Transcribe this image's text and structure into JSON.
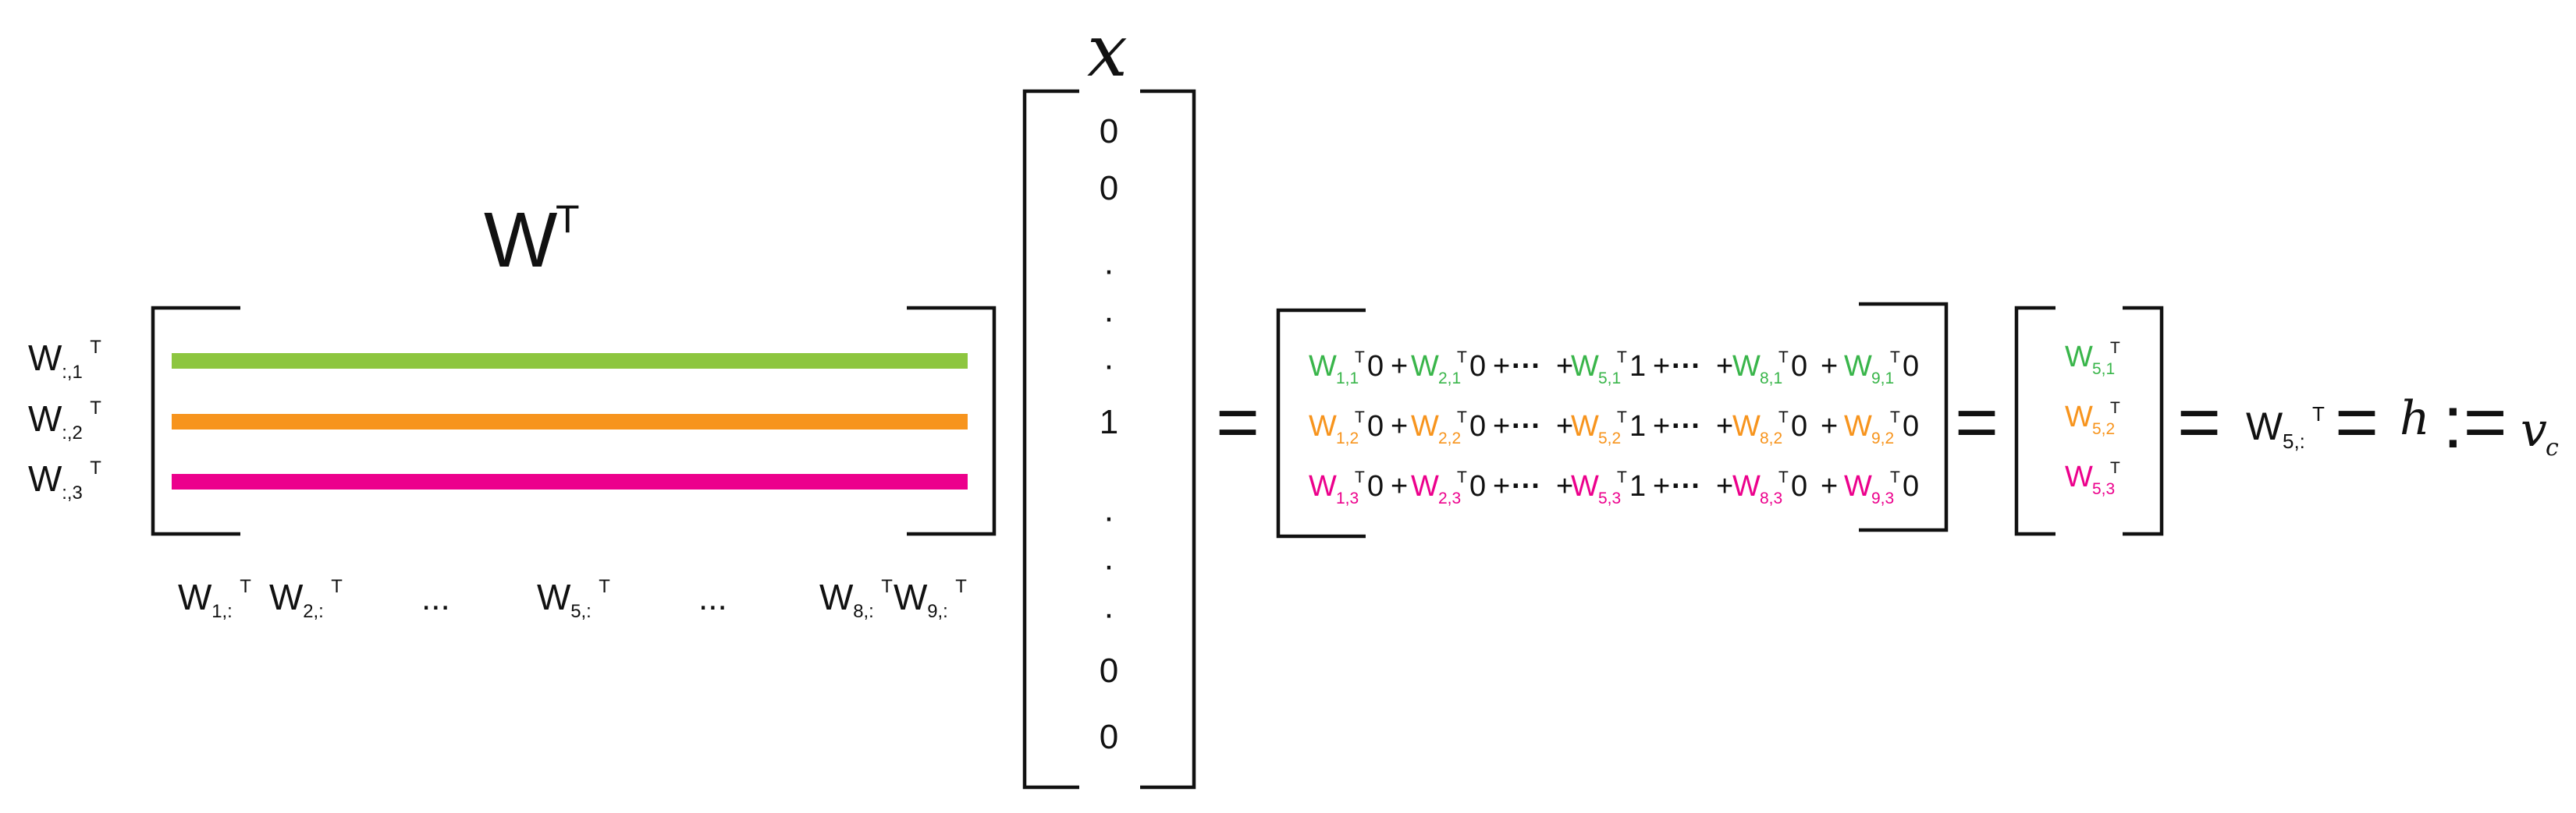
{
  "colors": {
    "row1": "#8dc63f",
    "row2": "#f7941d",
    "row3": "#ec008c",
    "sum_row1": "#39b54a",
    "sum_row2": "#f7941d",
    "sum_row3": "#ec008c",
    "ink": "#111111"
  },
  "w_transpose": {
    "title_base": "W",
    "title_sup": "T",
    "row_labels": [
      {
        "base": "W",
        "sub": ":,1",
        "sup": "T"
      },
      {
        "base": "W",
        "sub": ":,2",
        "sup": "T"
      },
      {
        "base": "W",
        "sub": ":,3",
        "sup": "T"
      }
    ],
    "column_labels": [
      {
        "base": "W",
        "sub": "1,:",
        "sup": "T"
      },
      {
        "base": "W",
        "sub": "2,:",
        "sup": "T"
      },
      {
        "text": "..."
      },
      {
        "base": "W",
        "sub": "5,:",
        "sup": "T"
      },
      {
        "text": "..."
      },
      {
        "base": "W",
        "sub": "8,:",
        "sup": "T"
      },
      {
        "base": "W",
        "sub": "9,:",
        "sup": "T"
      }
    ]
  },
  "x_vector": {
    "title": "x",
    "entries": [
      "0",
      "0",
      "·",
      "·",
      "·",
      "1",
      "·",
      "·",
      "·",
      "0",
      "0"
    ]
  },
  "operators": {
    "equals": "=",
    "assign": ":=",
    "h": "h",
    "v_base": "v",
    "v_sub": "c"
  },
  "sum_matrix": {
    "plus": "+",
    "ellipsis": "···",
    "rows": [
      [
        {
          "sub": "1,1",
          "coef": "0"
        },
        {
          "sub": "2,1",
          "coef": "0"
        },
        {
          "sub": "5,1",
          "coef": "1"
        },
        {
          "sub": "8,1",
          "coef": "0"
        },
        {
          "sub": "9,1",
          "coef": "0"
        }
      ],
      [
        {
          "sub": "1,2",
          "coef": "0"
        },
        {
          "sub": "2,2",
          "coef": "0"
        },
        {
          "sub": "5,2",
          "coef": "1"
        },
        {
          "sub": "8,2",
          "coef": "0"
        },
        {
          "sub": "9,2",
          "coef": "0"
        }
      ],
      [
        {
          "sub": "1,3",
          "coef": "0"
        },
        {
          "sub": "2,3",
          "coef": "0"
        },
        {
          "sub": "5,3",
          "coef": "1"
        },
        {
          "sub": "8,3",
          "coef": "0"
        },
        {
          "sub": "9,3",
          "coef": "0"
        }
      ]
    ]
  },
  "result_vector": {
    "entries": [
      {
        "sub": "5,1"
      },
      {
        "sub": "5,2"
      },
      {
        "sub": "5,3"
      }
    ]
  },
  "result_label": {
    "base": "W",
    "sub": "5,:",
    "sup": "T"
  },
  "symbols": {
    "W": "W",
    "T": "T"
  }
}
